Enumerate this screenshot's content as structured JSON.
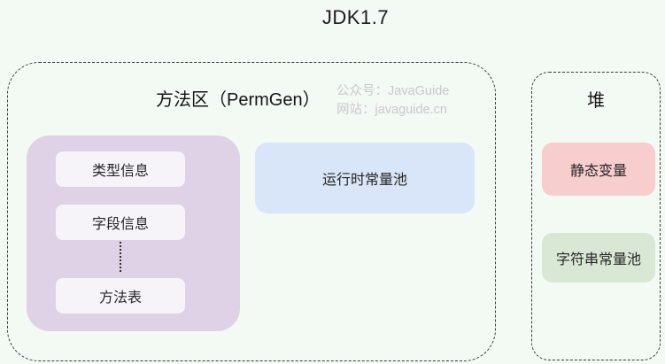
{
  "page": {
    "title": "JDK1.7",
    "background_color": "#F2FAF3"
  },
  "method_area": {
    "label": "方法区（PermGen）",
    "watermark": {
      "line1": "公众号：JavaGuide",
      "line2": "网站：javaguide.cn",
      "color": "#C9C9C9"
    },
    "class_info_group": {
      "color": "#DFD1E6",
      "item_color": "#F7F4F9",
      "items": [
        {
          "label": "类型信息"
        },
        {
          "label": "字段信息"
        },
        {
          "label": "方法表"
        }
      ]
    },
    "runtime_constant_pool": {
      "label": "运行时常量池",
      "color": "#D9E5F8"
    }
  },
  "heap": {
    "label": "堆",
    "static_variables": {
      "label": "静态变量",
      "color": "#F8CDCD"
    },
    "string_constant_pool": {
      "label": "字符串常量池",
      "color": "#D8E8D4"
    }
  }
}
